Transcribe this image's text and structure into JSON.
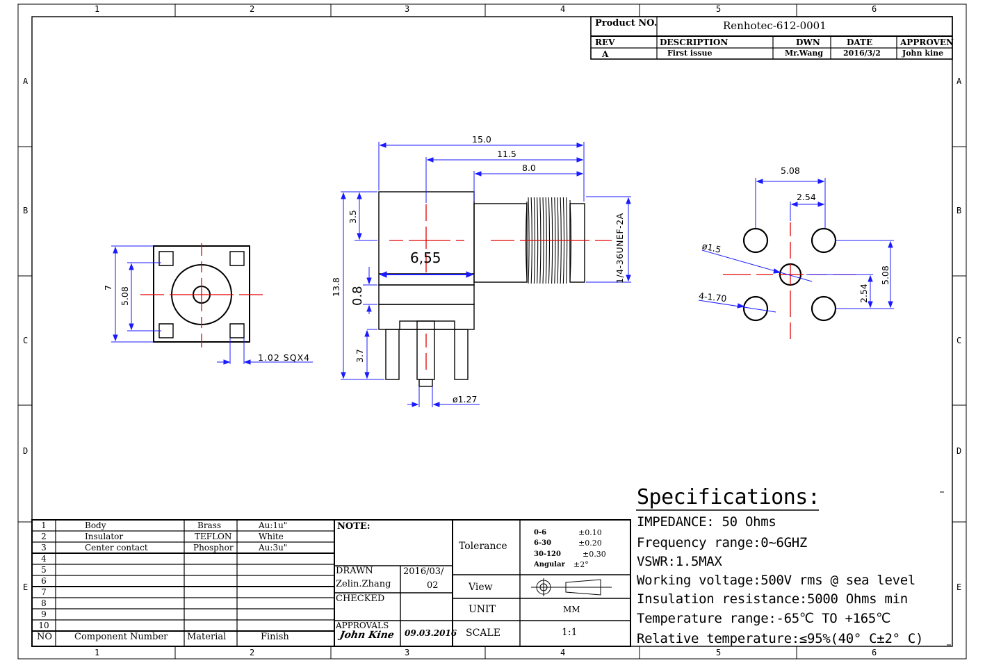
{
  "frame": {
    "col_labels": [
      "1",
      "2",
      "3",
      "4",
      "5",
      "6"
    ],
    "row_labels": [
      "A",
      "B",
      "C",
      "D",
      "E"
    ]
  },
  "revision_block": {
    "product_no_label": "Product NO.",
    "product_no": "Renhotec-612-0001",
    "rev_label": "REV",
    "description_label": "DESCRIPTION",
    "dwn_label": "DWN",
    "date_label": "DATE",
    "approven_label": "APPROVEN",
    "rev": "A",
    "description": "First issue",
    "dwn": "Mr.Wang",
    "date": "2016/3/2",
    "approven": "John kine"
  },
  "front_view": {
    "height_dim": "7",
    "pin_spacing_dim": "5.08",
    "pad_dim": "1.02 SQX4"
  },
  "side_view": {
    "len_total": "15.0",
    "len_mid": "11.5",
    "len_thread": "8.0",
    "top_offset": "3.5",
    "body_width": "6,55",
    "height_total": "13.8",
    "gap": "0.8",
    "pin_length": "3.7",
    "pin_dia": "ø1.27",
    "thread_spec": "1/4-36UNEF-2A"
  },
  "pcb_layout": {
    "span_outer": "5.08",
    "span_inner": "2.54",
    "center_hole": "ø1.5",
    "corner_holes": "4-1.70",
    "v_inner": "2.54",
    "v_outer": "5.08"
  },
  "bom": {
    "rows": [
      {
        "no": "1",
        "component": "Body",
        "material": "Brass",
        "finish": "Au:1u\""
      },
      {
        "no": "2",
        "component": "Insulator",
        "material": "TEFLON",
        "finish": "White"
      },
      {
        "no": "3",
        "component": "Center contact",
        "material": "Phosphor",
        "finish": "Au:3u\""
      },
      {
        "no": "4",
        "component": "",
        "material": "",
        "finish": ""
      },
      {
        "no": "5",
        "component": "",
        "material": "",
        "finish": ""
      },
      {
        "no": "6",
        "component": "",
        "material": "",
        "finish": ""
      },
      {
        "no": "7",
        "component": "",
        "material": "",
        "finish": ""
      },
      {
        "no": "8",
        "component": "",
        "material": "",
        "finish": ""
      },
      {
        "no": "9",
        "component": "",
        "material": "",
        "finish": ""
      },
      {
        "no": "10",
        "component": "",
        "material": "",
        "finish": ""
      }
    ],
    "header_no": "NO",
    "header_component": "Component Number",
    "header_material": "Material",
    "header_finish": "Finish"
  },
  "title_block": {
    "note_label": "NOTE:",
    "drawn_label": "DRAWN",
    "drawn_by": "Zelin.Zhang",
    "drawn_date_1": "2016/03/",
    "drawn_date_2": "02",
    "checked_label": "CHECKED",
    "approvals_label": "APPROVALS",
    "approvals_sig": "John Kine",
    "approvals_date": "09.03.2016",
    "tolerance_label": "Tolerance",
    "tol_ranges": [
      "0-6",
      "6-30",
      "30-120",
      "Angular"
    ],
    "tol_values": [
      "±0.10",
      "±0.20",
      "±0.30",
      "±2°"
    ],
    "view_label": "View",
    "unit_label": "UNIT",
    "unit_value": "MM",
    "scale_label": "SCALE",
    "scale_value": "1:1"
  },
  "specifications": {
    "title": "Specifications:",
    "lines": [
      "IMPEDANCE: 50 Ohms",
      "Frequency range:0~6GHZ",
      "VSWR:1.5MAX",
      "Working voltage:500V rms @ sea level",
      "Insulation resistance:5000 Ohms min",
      "Temperature range:-65℃ TO +165℃",
      "Relative temperature:≤95%(40° C±2° C)"
    ]
  },
  "colors": {
    "dimension": "#1a1aff",
    "centerline": "#e00000",
    "line": "#000000"
  }
}
